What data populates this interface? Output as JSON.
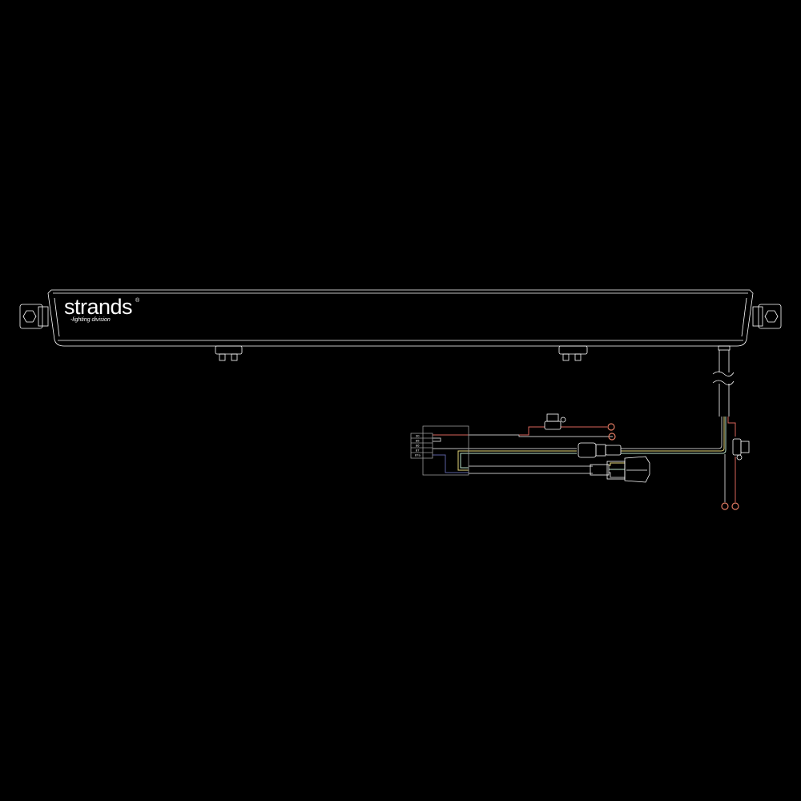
{
  "brand": {
    "name": "strands",
    "registered": "®",
    "tagline": "-lighting division"
  },
  "relay": {
    "pins": [
      "30",
      "85",
      "86",
      "87",
      "87a"
    ]
  },
  "colors": {
    "background": "#000000",
    "outline": "#ffffff",
    "positive_wire": "#d9655a",
    "negative_wire": "#bbbbbb",
    "yellow_wire": "#e6d77a",
    "green_wire": "#b9e0c8",
    "blue_wire": "#5a5fa0",
    "ring_terminal": "#e07a62"
  },
  "icons": [
    "light-bar",
    "mount-bracket",
    "relay",
    "fuse-holder",
    "connector",
    "rocker-switch",
    "ring-terminal"
  ]
}
